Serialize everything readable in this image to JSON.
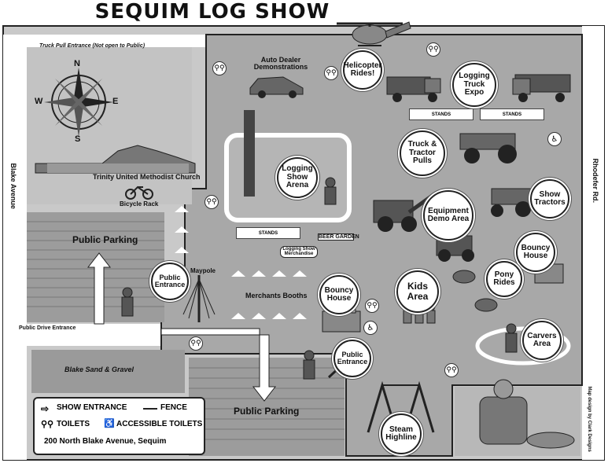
{
  "title": "SEQUIM LOG SHOW",
  "roads": {
    "truck_pull": "Truck Pull Entrance (Not open to Public)",
    "blake_avenue": "Blake Avenue",
    "rhodefer_rd": "Rhodefer Rd.",
    "public_drive": "Public Drive Entrance"
  },
  "compass": {
    "n": "N",
    "s": "S",
    "e": "E",
    "w": "W"
  },
  "areas": {
    "church": "Trinity United Methodist Church",
    "bicycle_rack": "Bicycle Rack",
    "public_parking_1": "Public Parking",
    "public_parking_2": "Public Parking",
    "blake_sand": "Blake Sand & Gravel",
    "auto_dealer": "Auto Dealer Demonstrations",
    "maypole": "Maypole",
    "merchants": "Merchants Booths",
    "beer_garden": "BEER GARDEN",
    "merch": "Logging Show Merchandise",
    "stands": "STANDS"
  },
  "bursts": {
    "helicopter": "Helicopter Rides!",
    "logging_truck": "Logging Truck Expo",
    "truck_tractor": "Truck & Tractor Pulls",
    "logging_arena": "Logging Show Arena",
    "show_tractors": "Show Tractors",
    "equipment_demo": "Equipment Demo Area",
    "bouncy_1": "Bouncy House",
    "bouncy_2": "Bouncy House",
    "pony": "Pony Rides",
    "kids": "Kids Area",
    "carvers": "Carvers Area",
    "public_entrance_1": "Public Entrance",
    "public_entrance_2": "Public Entrance",
    "steam": "Steam Highline"
  },
  "legend": {
    "show_entrance": "SHOW ENTRANCE",
    "fence": "FENCE",
    "toilets": "TOILETS",
    "accessible": "ACCESSIBLE TOILETS",
    "address": "200 North Blake Avenue, Sequim"
  },
  "credit": "Map design by Clark Designs",
  "colors": {
    "ground": "#c9c9c9",
    "fair": "#a8a8a8",
    "parking": "#9c9c9c",
    "border": "#222222"
  }
}
